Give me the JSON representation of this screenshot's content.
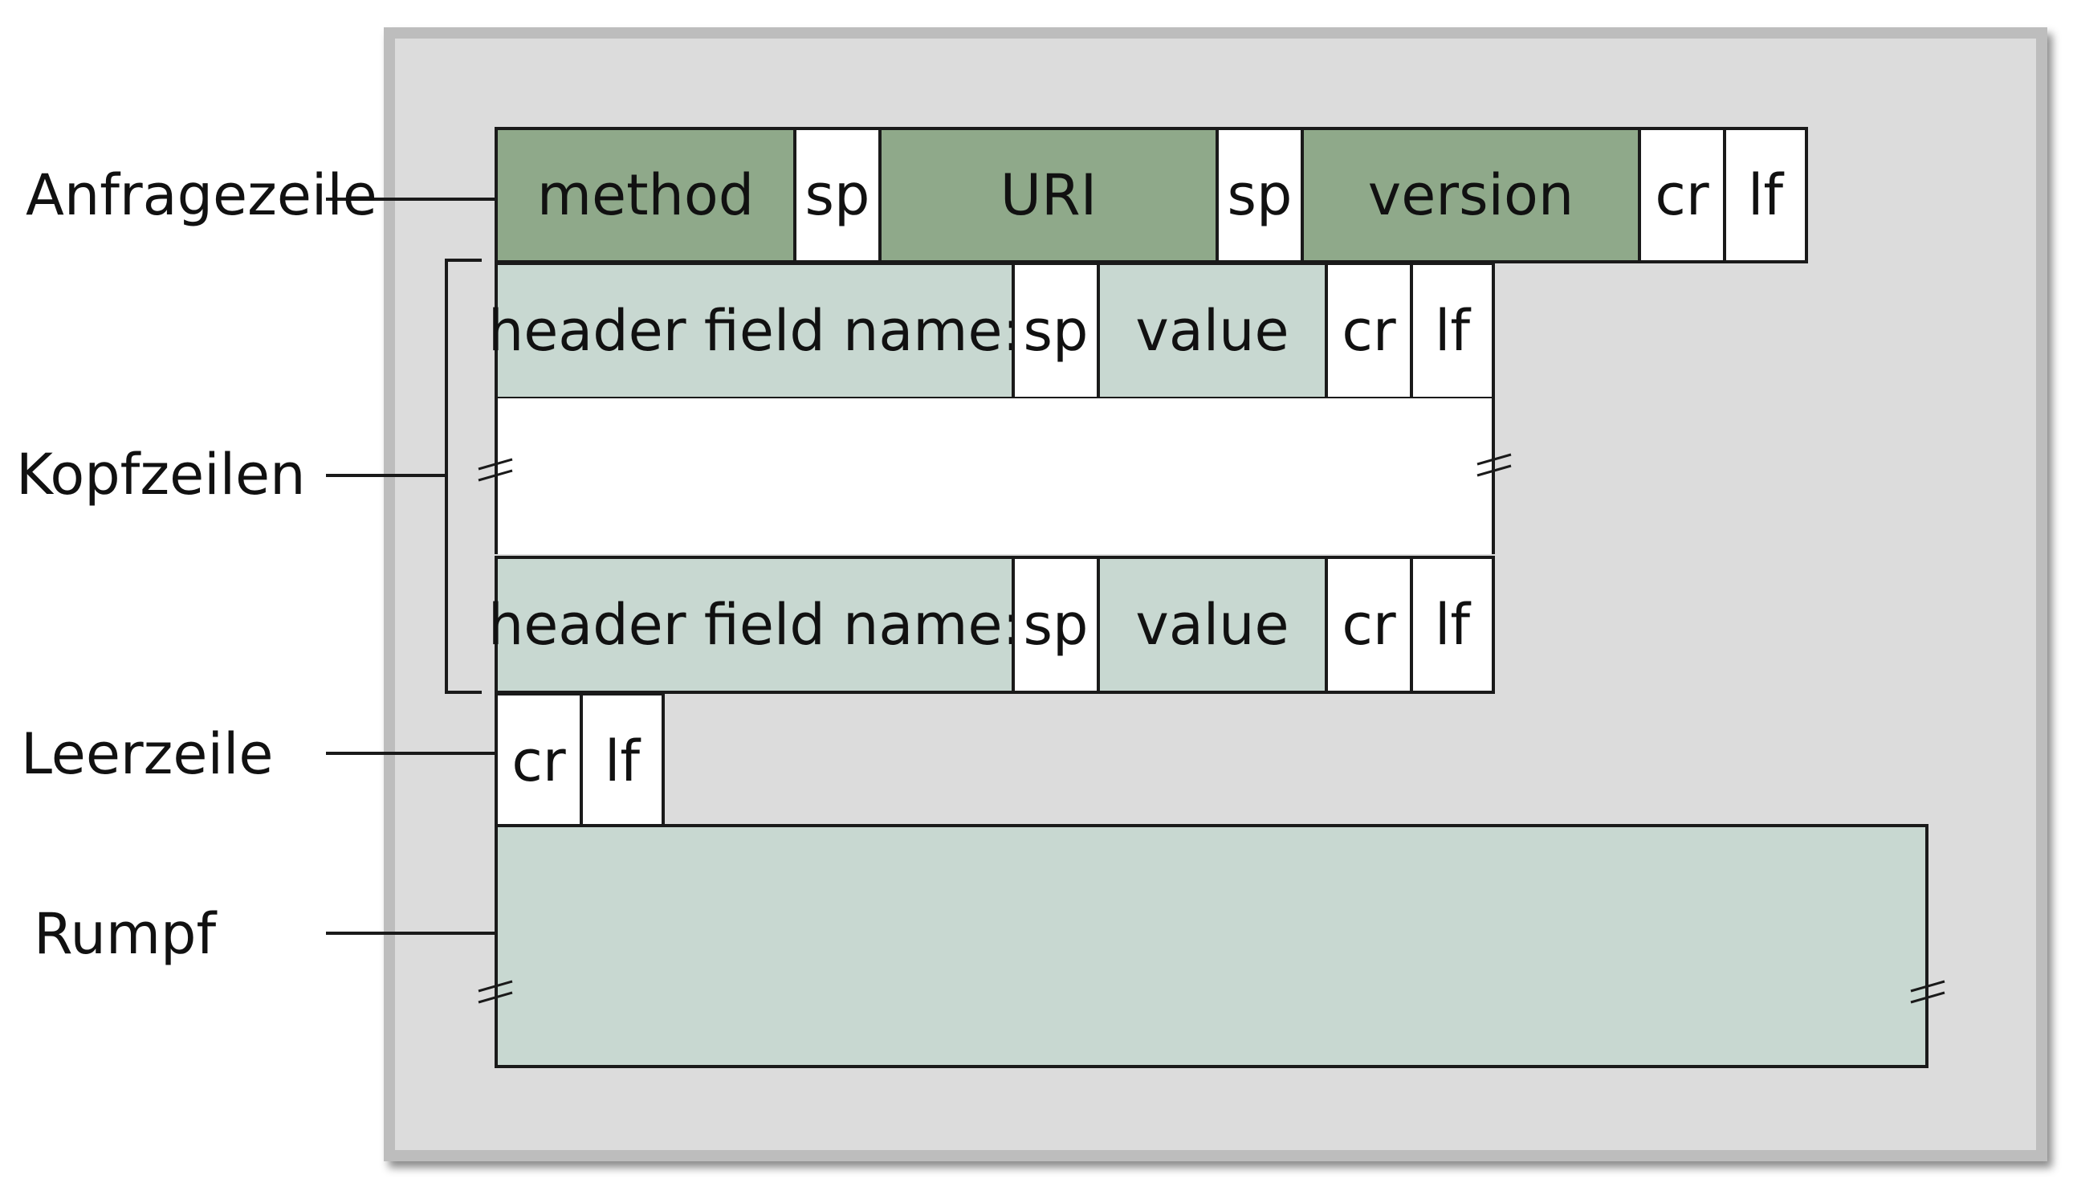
{
  "labels": {
    "request_line": "Anfragezeile",
    "header_lines": "Kopfzeilen",
    "blank_line": "Leerzeile",
    "body": "Rumpf"
  },
  "request_line": {
    "method": "method",
    "sp1": "sp",
    "uri": "URI",
    "sp2": "sp",
    "version": "version",
    "cr": "cr",
    "lf": "lf"
  },
  "header_line_1": {
    "name": "header field name:",
    "sp": "sp",
    "value": "value",
    "cr": "cr",
    "lf": "lf"
  },
  "header_line_2": {
    "name": "header field name:",
    "sp": "sp",
    "value": "value",
    "cr": "cr",
    "lf": "lf"
  },
  "blank_line": {
    "cr": "cr",
    "lf": "lf"
  },
  "colors": {
    "request_fields": "#8fa98a",
    "header_fields": "#c8d8d1",
    "body": "#c8d8d1",
    "frame": "#dcdcdc"
  }
}
